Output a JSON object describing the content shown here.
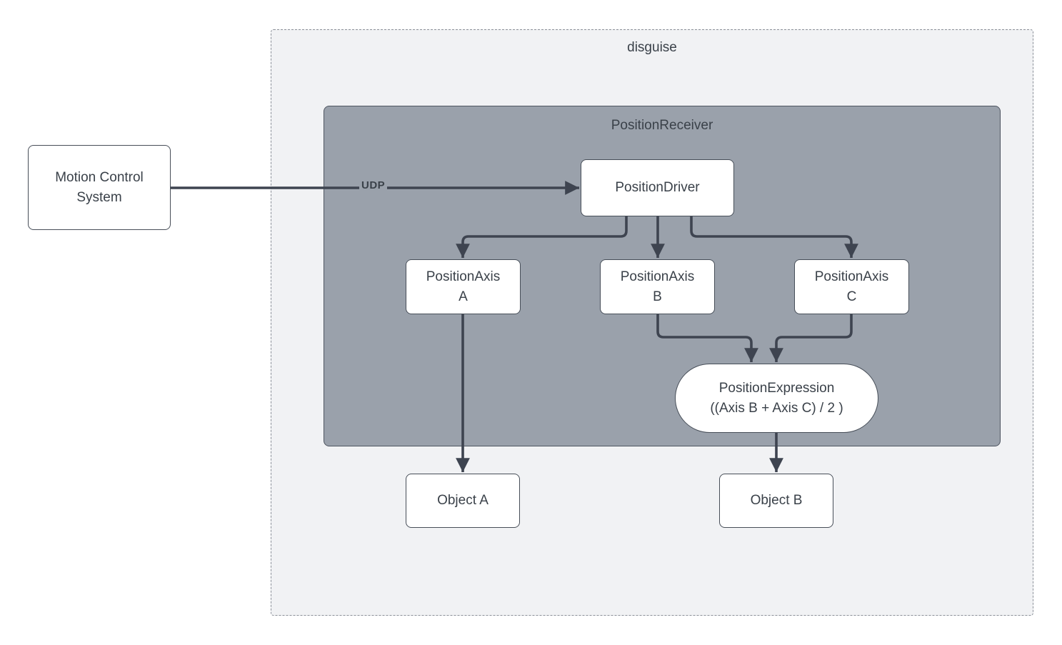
{
  "containers": {
    "disguise": {
      "label": "disguise"
    },
    "position_receiver": {
      "label": "PositionReceiver"
    }
  },
  "nodes": {
    "motion_control_system": {
      "label": "Motion Control\nSystem"
    },
    "position_driver": {
      "label": "PositionDriver"
    },
    "position_axis_a": {
      "label": "PositionAxis\nA"
    },
    "position_axis_b": {
      "label": "PositionAxis\nB"
    },
    "position_axis_c": {
      "label": "PositionAxis\nC"
    },
    "position_expression": {
      "label": "PositionExpression\n((Axis B + Axis C) / 2 )"
    },
    "object_a": {
      "label": "Object A"
    },
    "object_b": {
      "label": "Object B"
    }
  },
  "edges": [
    {
      "from": "motion-control-system",
      "to": "position-driver",
      "label": "UDP"
    },
    {
      "from": "position-driver",
      "to": "position-axis-a",
      "label": ""
    },
    {
      "from": "position-driver",
      "to": "position-axis-b",
      "label": ""
    },
    {
      "from": "position-driver",
      "to": "position-axis-c",
      "label": ""
    },
    {
      "from": "position-axis-b",
      "to": "position-expression",
      "label": ""
    },
    {
      "from": "position-axis-c",
      "to": "position-expression",
      "label": ""
    },
    {
      "from": "position-expression",
      "to": "object-b",
      "label": ""
    },
    {
      "from": "position-axis-a",
      "to": "object-a",
      "label": ""
    }
  ],
  "theme": {
    "canvas_bg": "#FFFFFF",
    "outer_container_bg": "#F1F2F4",
    "outer_container_border": "#8A8F98",
    "receiver_bg": "#9AA1AB",
    "receiver_border": "#4E5560",
    "node_bg": "#FFFFFF",
    "node_border": "#474E58",
    "edge_color": "#3E4450",
    "text_color": "#3A4149"
  }
}
